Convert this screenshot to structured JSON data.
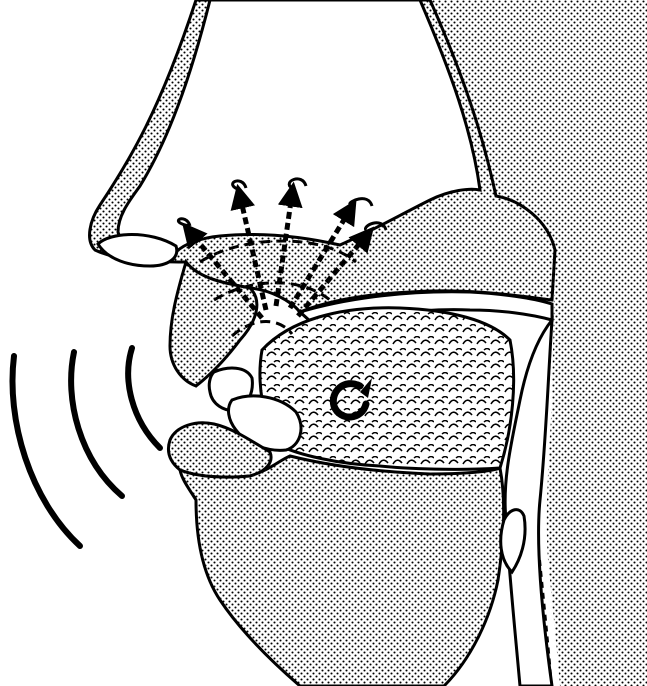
{
  "diagram": {
    "type": "sagittal-section-head",
    "colors": {
      "ink": "#000000",
      "paper": "#ffffff",
      "stipple": "#000000"
    },
    "components": [
      "nose",
      "nasal-cavity",
      "soft-palate",
      "hard-palate",
      "tongue",
      "upper-lip",
      "lower-lip",
      "upper-incisor",
      "lower-incisor",
      "pharynx",
      "epiglottis",
      "chin-and-jaw",
      "throat-back",
      "sound-wave-arcs",
      "resonance-arrows",
      "tongue-swirl"
    ],
    "arrow_count": 5,
    "sound_wave_count": 3
  }
}
